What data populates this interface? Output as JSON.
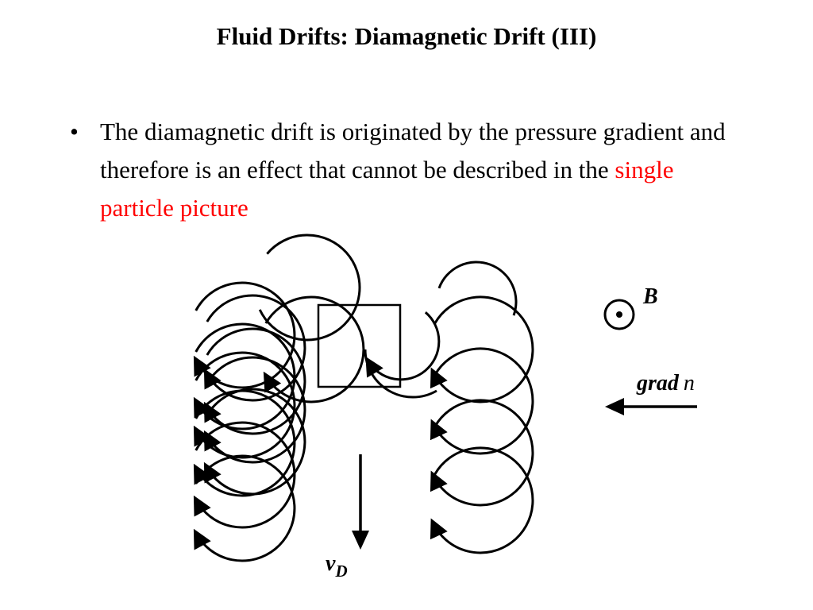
{
  "slide": {
    "title": "Fluid Drifts: Diamagnetic Drift (III)",
    "bullet_symbol": "•",
    "bullet_text_before": "The diamagnetic drift is originated by the pressure gradient and therefore is an effect that cannot be described in the ",
    "bullet_text_highlight": "single particle picture",
    "highlight_color": "#ff0000"
  },
  "diagram": {
    "labels": {
      "b_field": "B",
      "grad_bold": "grad",
      "grad_italic": "n",
      "drift_main": "v",
      "drift_sub": "D"
    },
    "icons": [
      "field-out-of-page-icon",
      "grad-n-arrow-icon",
      "drift-velocity-arrow-icon",
      "gyration-orbit-icon",
      "fluid-element-box"
    ]
  }
}
